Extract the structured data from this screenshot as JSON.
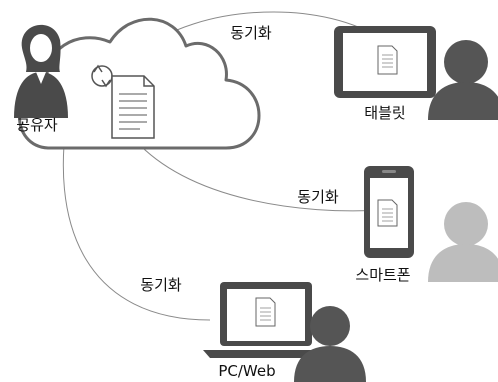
{
  "labels": {
    "sharer": "공유자",
    "tablet": "태블릿",
    "smartphone": "스마트폰",
    "pc_web": "PC/Web"
  },
  "sync": {
    "tablet": "동기화",
    "smartphone": "동기화",
    "pc": "동기화"
  },
  "colors": {
    "cloud_stroke": "#6b6b6b",
    "device_dark": "#4a4a4a",
    "user_dark": "#555555",
    "user_light": "#bdbdbd",
    "arrow": "#8a8a8a"
  }
}
